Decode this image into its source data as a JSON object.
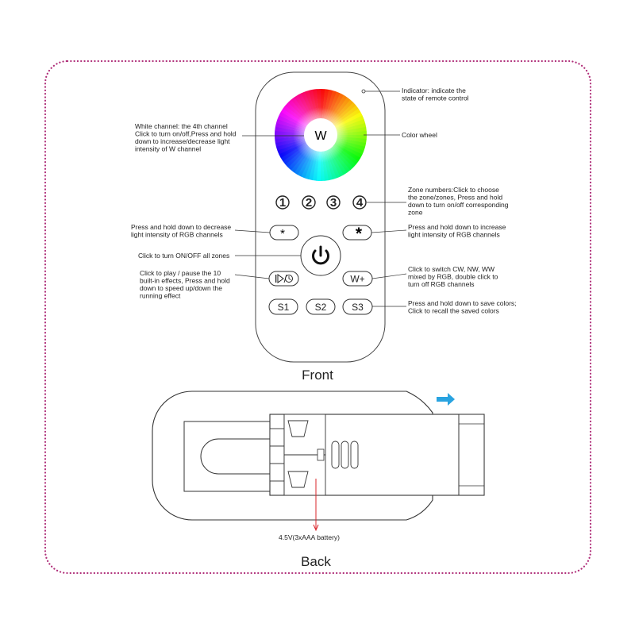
{
  "front": {
    "caption": "Front",
    "wheel_label": "W",
    "zone_numbers": [
      "1",
      "2",
      "3",
      "4"
    ],
    "button_minus": "*",
    "button_plus": "*",
    "button_mode": "",
    "button_w": "W+",
    "scene_buttons": [
      "S1",
      "S2",
      "S3"
    ]
  },
  "annotations": {
    "indicator": [
      "Indicator: indicate the",
      "state of remote control"
    ],
    "white_channel": [
      "White channel: the 4th channel",
      "Click to turn on/off,Press and hold",
      "down to increase/decrease light",
      "intensity of W channel"
    ],
    "color_wheel": [
      "Color wheel"
    ],
    "zones": [
      "Zone numbers:Click to choose",
      "the zone/zones, Press and hold",
      "down to turn on/off corresponding",
      "zone"
    ],
    "decrease": [
      "Press and hold down to decrease",
      "light intensity of RGB channels"
    ],
    "increase": [
      "Press and hold down to increase",
      "light intensity of RGB channels"
    ],
    "power": [
      "Click to turn ON/OFF all zones"
    ],
    "play": [
      "Click to play / pause the 10",
      "built-in effects, Press and hold",
      "down to speed up/down the",
      "running effect"
    ],
    "w_switch": [
      "Click to switch CW, NW, WW",
      "mixed by RGB, double click to",
      "turn off RGB channels"
    ],
    "save": [
      "Press and hold down to save colors;",
      "Click to recall the saved colors"
    ]
  },
  "back": {
    "caption": "Back",
    "battery_label": "4.5V(3xAAA  battery)"
  },
  "colors": {
    "border": "#b0307a",
    "arrow_blue": "#29a3e0",
    "battery_line": "#d9242a",
    "outline": "#333333"
  }
}
